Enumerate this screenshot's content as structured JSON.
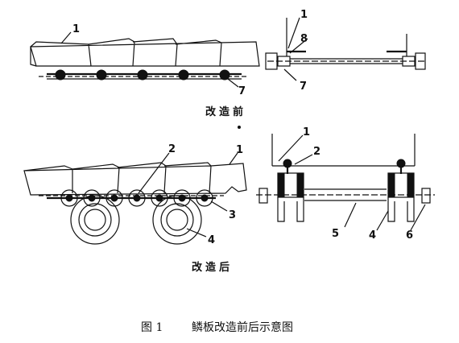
{
  "labels": {
    "one": "1",
    "two": "2",
    "three": "3",
    "four": "4",
    "five": "5",
    "six": "6",
    "seven": "7",
    "eight": "8"
  },
  "captions": {
    "before": "改造前",
    "after": "改造后",
    "figure_no": "图 1",
    "figure_title": "鳞板改造前后示意图"
  }
}
